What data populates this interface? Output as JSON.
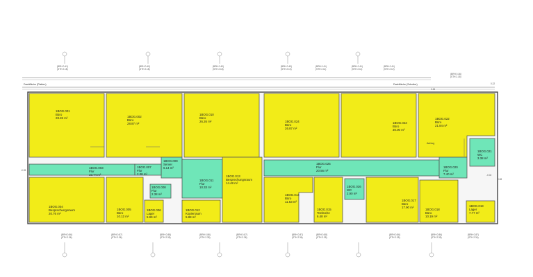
{
  "header": {
    "left_note": "Dachfläche (Platten)",
    "right_note": "Dachfläche (Schotter)",
    "top_levels": [
      {
        "a": "(BRH 0.41)",
        "b": "(STH 2.18)"
      },
      {
        "a": "(BRH 0.40)",
        "b": "(STH 2.18)"
      },
      {
        "a": "(BRH 0.40)",
        "b": "(STH 2.18)"
      },
      {
        "a": "(BRH 0.40)",
        "b": "(STH 2.10)"
      },
      {
        "a": "(BRH 0.41)",
        "b": "(STH 2.11)"
      },
      {
        "a": "(BRH 0.41)",
        "b": "(STH 2.11)"
      },
      {
        "a": "(BRH 0.41)",
        "b": "(STH 2.12)"
      },
      {
        "a": "(BRH 0.36)",
        "b": "(STH 2.15)"
      }
    ],
    "bottom_levels": [
      {
        "a": "(BRH 0.86)",
        "b": "(STH 2.36)"
      },
      {
        "a": "(BRH 0.87)",
        "b": "(STH 2.36)"
      },
      {
        "a": "(BRH 0.88)",
        "b": "(STH 2.35)"
      },
      {
        "a": "(BRH 0.86)",
        "b": "(STH 2.35)"
      },
      {
        "a": "(BRH 0.87)",
        "b": "(STH 2.36)"
      },
      {
        "a": "(BRH 0.87)",
        "b": "(STH 2.36)"
      },
      {
        "a": "(BRH 0.88)",
        "b": "(STH 2.35)"
      },
      {
        "a": "(BRH 0.86)",
        "b": "(STH 2.35)"
      },
      {
        "a": "(BRH 0.86)",
        "b": "(STH 2.35)"
      },
      {
        "a": "(BRH 0.87)",
        "b": "(STH 2.34)"
      }
    ],
    "aufzug_label": "Aufzug",
    "level_marks": [
      "-0.02",
      "-0.05",
      "0.15",
      "0.22",
      "0.08"
    ]
  },
  "rooms": [
    {
      "id": "1BOG.001",
      "name": "Büro",
      "area": "28.26 m²",
      "kind": "office"
    },
    {
      "id": "1BOG.002",
      "name": "Büro",
      "area": "28.87 m²",
      "kind": "office"
    },
    {
      "id": "1BOG.010",
      "name": "Büro",
      "area": "26.26 m²",
      "kind": "office"
    },
    {
      "id": "1BOG.024",
      "name": "Büro",
      "area": "26.87 m²",
      "kind": "office"
    },
    {
      "id": "1BOG.023",
      "name": "Büro",
      "area": "30.00 m²",
      "kind": "office"
    },
    {
      "id": "1BOG.022",
      "name": "Büro",
      "area": "21.84 m²",
      "kind": "office"
    },
    {
      "id": "1BOG.003",
      "name": "Flur",
      "area": "10.74 m²",
      "kind": "corridor"
    },
    {
      "id": "1BOG.009",
      "name": "Server",
      "area": "6.14 m²",
      "kind": "corridor"
    },
    {
      "id": "1BOG.007",
      "name": "Flur",
      "area": "2.38 m²",
      "kind": "corridor"
    },
    {
      "id": "1BOG.008",
      "name": "Flur",
      "area": "2.38 m²",
      "kind": "corridor"
    },
    {
      "id": "1BOG.011",
      "name": "Flur",
      "area": "10.33 m²",
      "kind": "corridor"
    },
    {
      "id": "1BOG.013",
      "name": "Besprechungsraum",
      "area": "14.48 m²",
      "kind": "office"
    },
    {
      "id": "1BOG.025",
      "name": "Flur",
      "area": "20.56 m²",
      "kind": "corridor"
    },
    {
      "id": "1BOG.020",
      "name": "Flur",
      "area": "7.40 m²",
      "kind": "corridor"
    },
    {
      "id": "1BOG.021",
      "name": "WC",
      "area": "3.38 m²",
      "kind": "corridor"
    },
    {
      "id": "1BOG.026",
      "name": "WC",
      "area": "2.90 m²",
      "kind": "corridor"
    },
    {
      "id": "1BOG.004",
      "name": "Besprechungsraum",
      "area": "20.76 m²",
      "kind": "office"
    },
    {
      "id": "1BOG.005",
      "name": "Büro",
      "area": "10.12 m²",
      "kind": "office"
    },
    {
      "id": "1BOG.006",
      "name": "Lager",
      "area": "5.99 m²",
      "kind": "office"
    },
    {
      "id": "1BOG.012",
      "name": "Kopierraum",
      "area": "5.88 m²",
      "kind": "office"
    },
    {
      "id": "1BOG.014",
      "name": "Büro",
      "area": "11.63 m²",
      "kind": "office"
    },
    {
      "id": "1BOG.015",
      "name": "Teeküche",
      "area": "6.48 m²",
      "kind": "office"
    },
    {
      "id": "1BOG.017",
      "name": "Büro",
      "area": "17.90 m²",
      "kind": "office"
    },
    {
      "id": "1BOG.018",
      "name": "Büro",
      "area": "10.19 m²",
      "kind": "office"
    },
    {
      "id": "1BOG.019",
      "name": "Lager",
      "area": "7.77 m²",
      "kind": "office"
    }
  ],
  "colors": {
    "office": "#f2ec18",
    "corridor": "#6fe6b8",
    "wall": "#555555",
    "outline": "#444444",
    "background": "#ffffff"
  }
}
